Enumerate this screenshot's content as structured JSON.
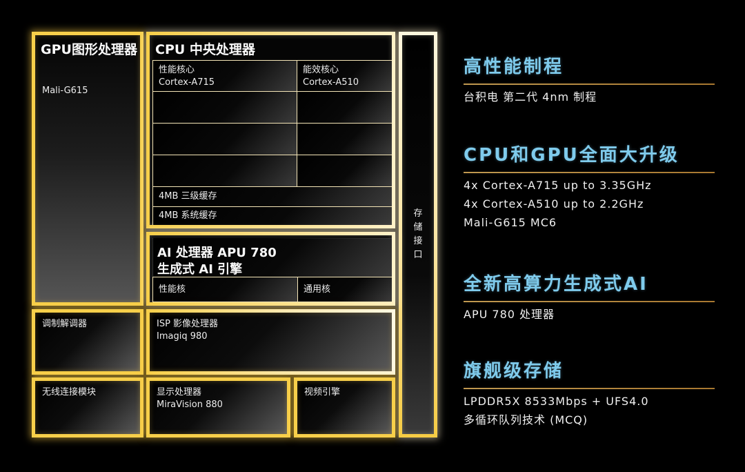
{
  "diagram": {
    "gpu": {
      "title": "GPU图形处理器",
      "model": "Mali-G615"
    },
    "cpu": {
      "title": "CPU 中央处理器",
      "performance_cores": {
        "label": "性能核心",
        "model": "Cortex-A715"
      },
      "efficiency_cores": {
        "label": "能效核心",
        "model": "Cortex-A510"
      },
      "l3_cache": "4MB 三级缓存",
      "system_cache": "4MB 系统缓存"
    },
    "storage_interface": {
      "label": "存储接口"
    },
    "apu": {
      "title_line1": "AI 处理器 APU 780",
      "title_line2": "生成式 AI 引擎",
      "performance_core": "性能核",
      "general_core": "通用核"
    },
    "modem": {
      "label": "调制解调器"
    },
    "isp": {
      "label": "ISP 影像处理器",
      "model": "Imagiq 980"
    },
    "wireless": {
      "label": "无线连接模块"
    },
    "display": {
      "label": "显示处理器",
      "model": "MiraVision 880"
    },
    "video": {
      "label": "视频引擎"
    }
  },
  "features": [
    {
      "heading": "高性能制程",
      "lines": [
        "台积电 第二代 4nm 制程"
      ]
    },
    {
      "heading": "CPU和GPU全面大升级",
      "lines": [
        "4x Cortex-A715 up to 3.35GHz",
        "4x Cortex-A510 up to 2.2GHz",
        "Mali-G615 MC6"
      ]
    },
    {
      "heading": "全新高算力生成式AI",
      "lines": [
        "APU 780 处理器"
      ]
    },
    {
      "heading": "旗舰级存储",
      "lines": [
        "LPDDR5X 8533Mbps + UFS4.0",
        "多循环队列技术 (MCQ)"
      ]
    }
  ],
  "colors": {
    "accent_yellow": "#f7cf4a",
    "accent_white": "#fff7dc",
    "heading_blue": "#7fcbec",
    "rule_gold": "#b88a40",
    "background": "#000000"
  }
}
